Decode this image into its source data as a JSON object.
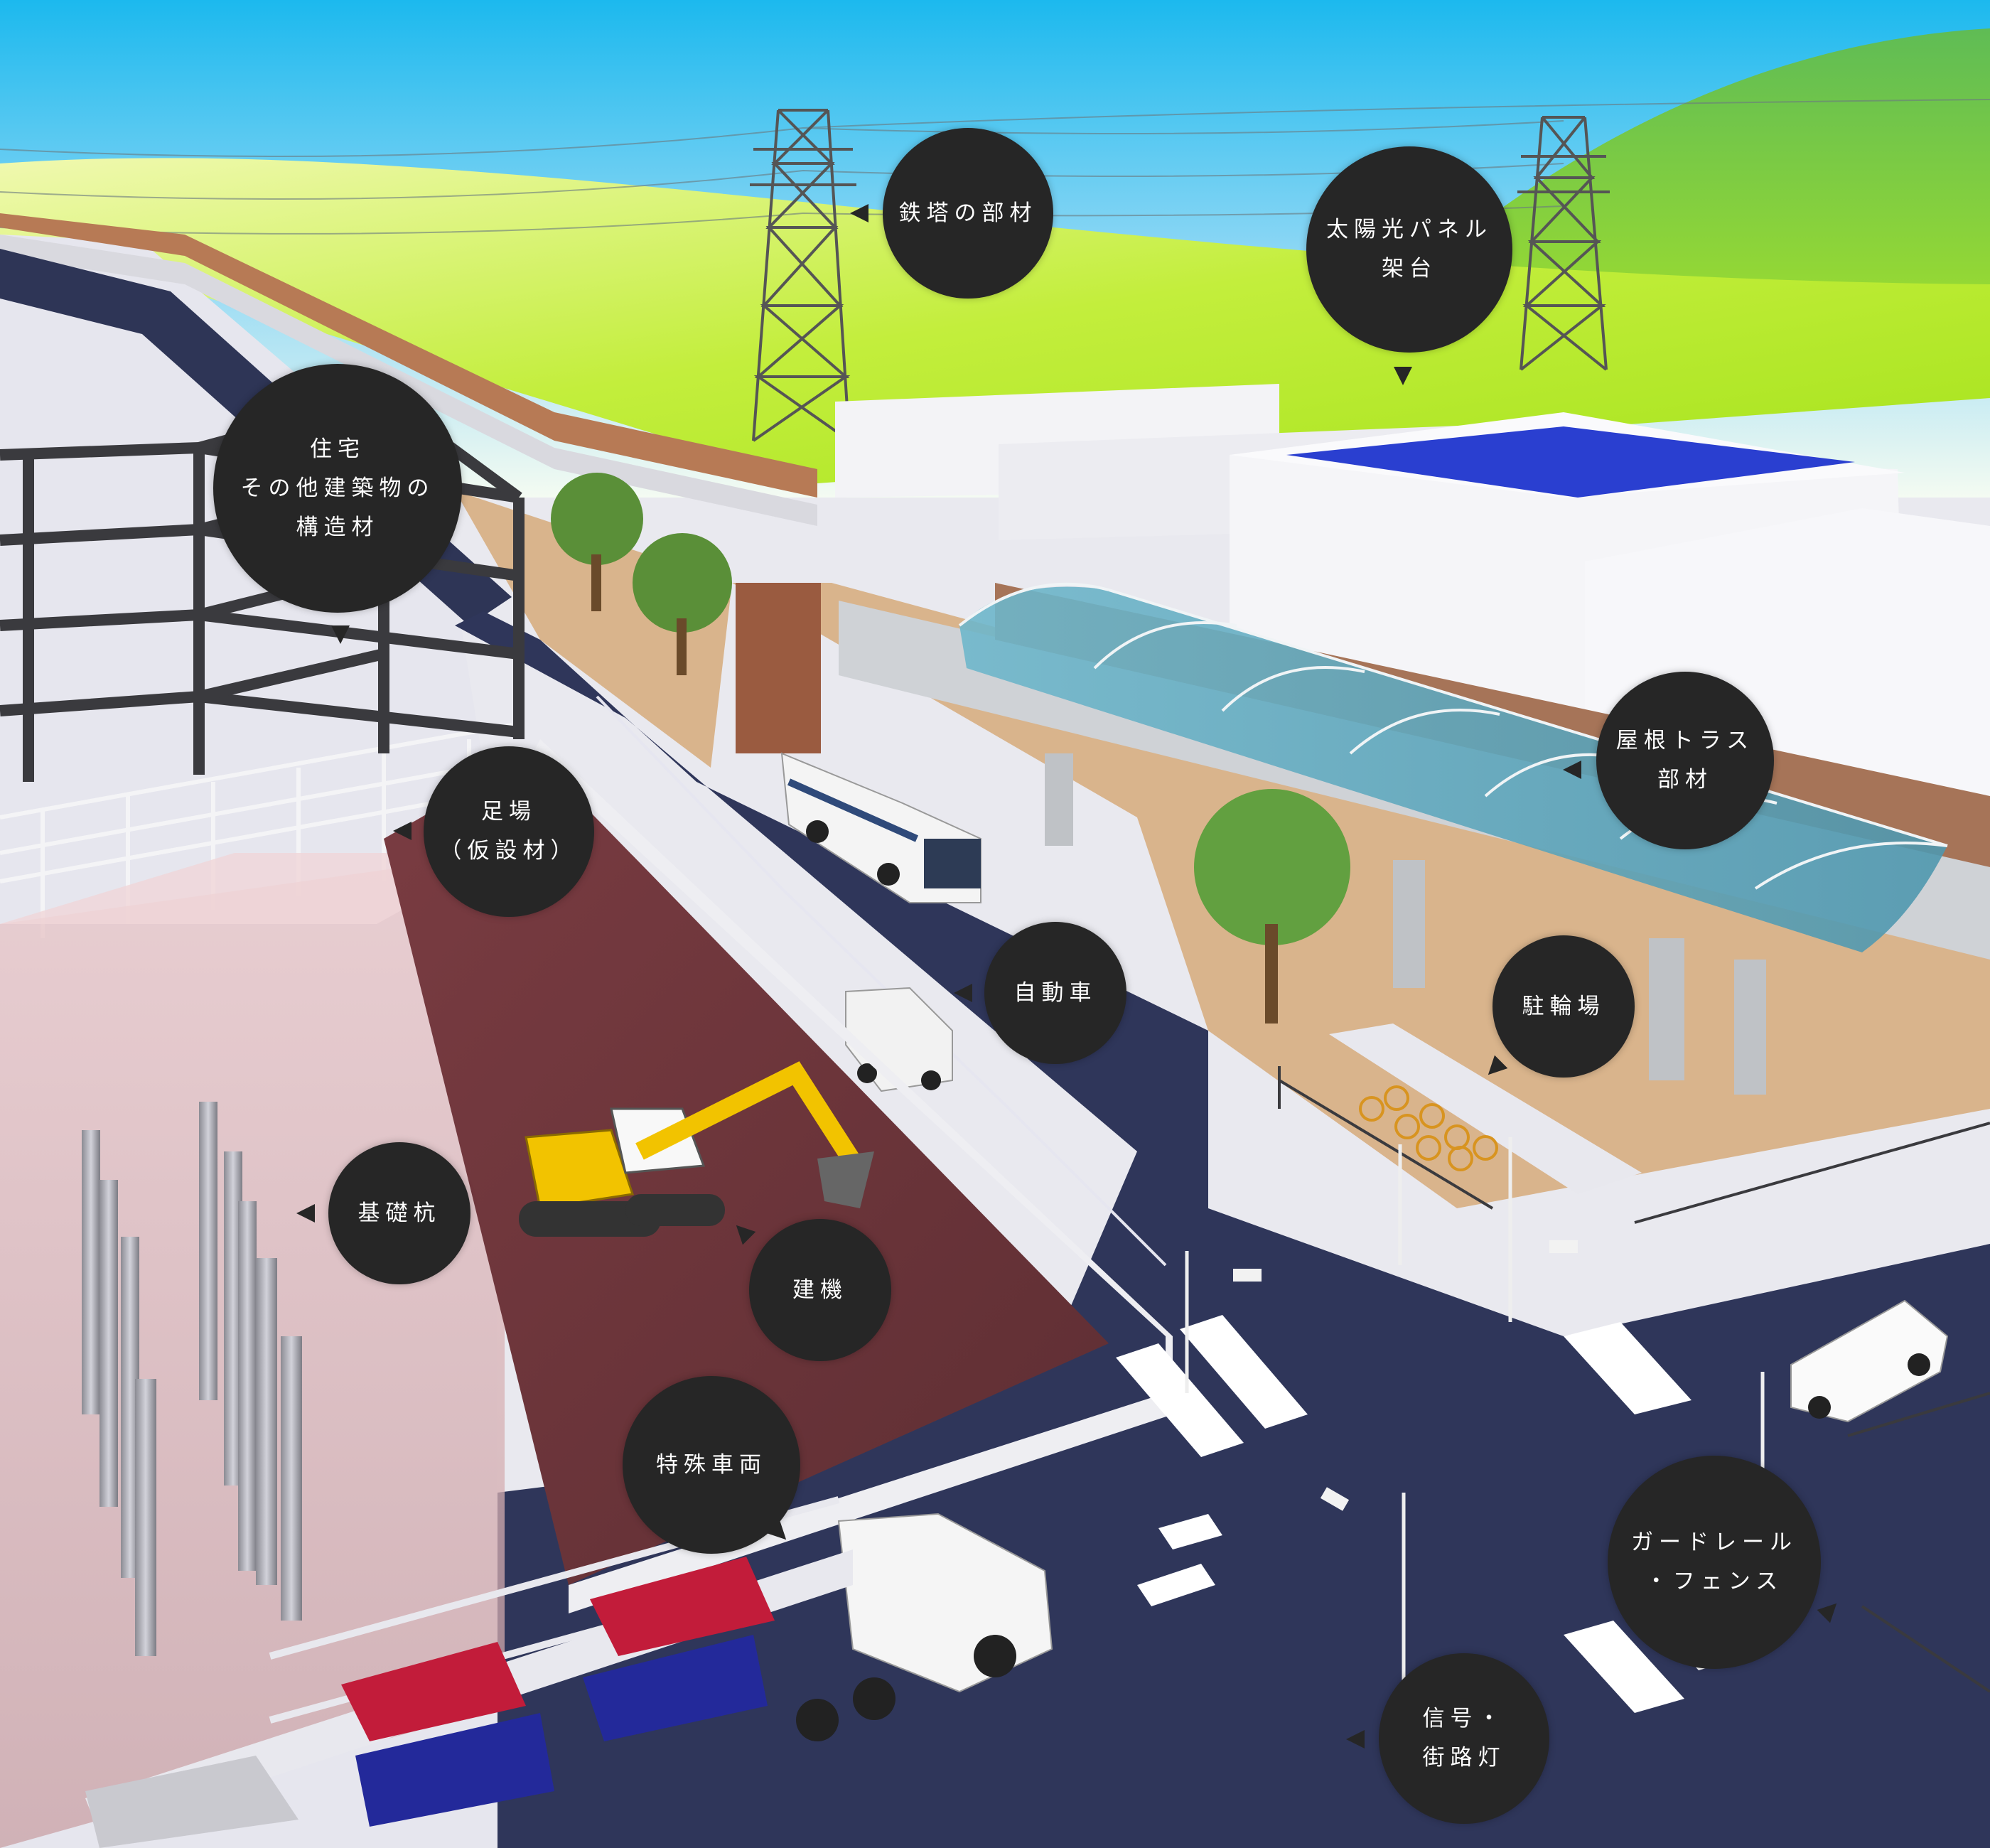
{
  "callouts": {
    "steel_tower": {
      "lines": [
        "鉄塔の部材"
      ]
    },
    "solar_mount": {
      "lines": [
        "太陽光パネル",
        "架台"
      ]
    },
    "building_structure": {
      "lines": [
        "住宅",
        "その他建築物の",
        "構造材"
      ]
    },
    "scaffolding": {
      "lines": [
        "足場",
        "（仮設材）"
      ]
    },
    "roof_truss": {
      "lines": [
        "屋根トラス",
        "部材"
      ]
    },
    "automobile": {
      "lines": [
        "自動車"
      ]
    },
    "bicycle_parking": {
      "lines": [
        "駐輪場"
      ]
    },
    "foundation_pile": {
      "lines": [
        "基礎杭"
      ]
    },
    "construction_machine": {
      "lines": [
        "建機"
      ]
    },
    "special_vehicle": {
      "lines": [
        "特殊車両"
      ]
    },
    "guardrail_fence": {
      "lines": [
        "ガードレール",
        "・フェンス"
      ]
    },
    "signal_streetlight": {
      "lines": [
        "信号・",
        "街路灯"
      ]
    }
  },
  "colors": {
    "callout_bg": "#262626",
    "callout_text": "#ffffff",
    "sky_top": "#1fbdf0",
    "hill_green": "#b4ea2c",
    "road": "#30365a",
    "construction_site": "#6e3a3e",
    "roof_glass": "#5aa8c0",
    "solar_panel": "#2a3fd0",
    "sidewalk": "#d9b48c",
    "excavator": "#f2c300"
  }
}
